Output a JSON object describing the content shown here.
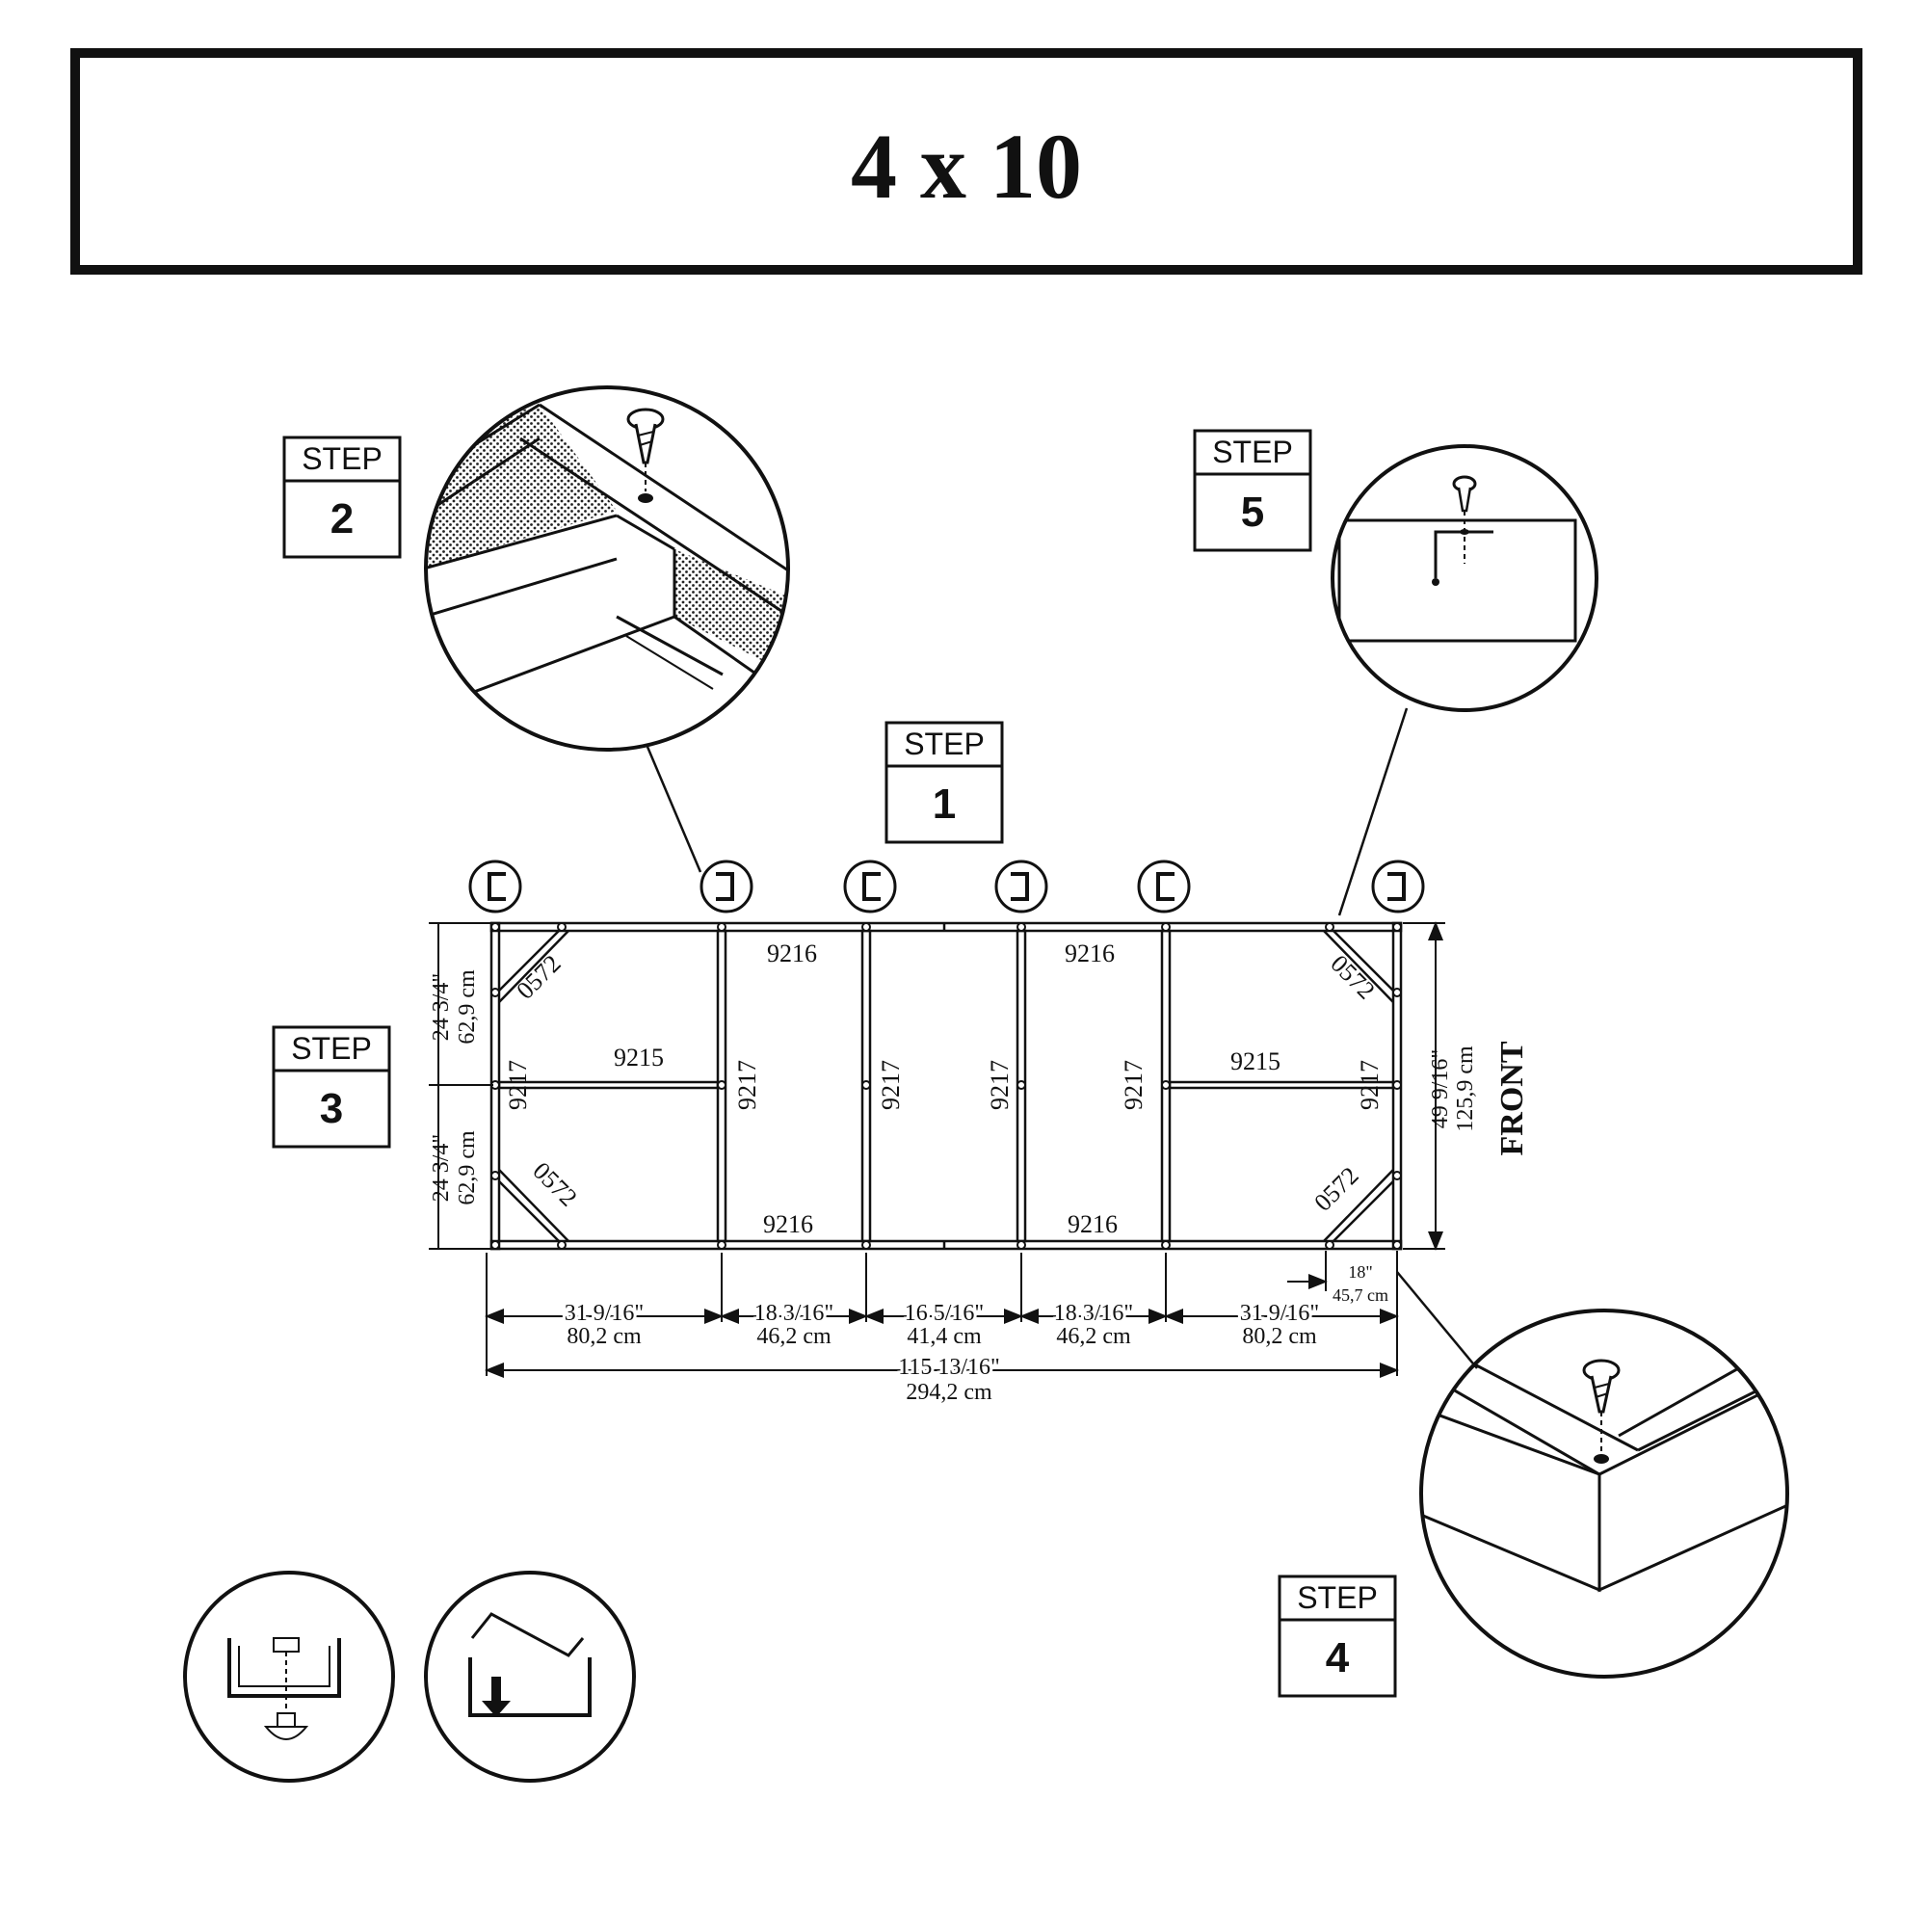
{
  "title": "4 x 10",
  "steps": [
    {
      "label": "STEP",
      "number": "1"
    },
    {
      "label": "STEP",
      "number": "2"
    },
    {
      "label": "STEP",
      "number": "3"
    },
    {
      "label": "STEP",
      "number": "4"
    },
    {
      "label": "STEP",
      "number": "5"
    }
  ],
  "parts": {
    "side_rail_top_left": "9216",
    "side_rail_top_right": "9216",
    "side_rail_bottom_left": "9216",
    "side_rail_bottom_right": "9216",
    "end_rails": [
      "9217",
      "9217",
      "9217",
      "9217",
      "9217",
      "9217"
    ],
    "cross_left": "9215",
    "cross_right": "9215",
    "gussets": [
      "0572",
      "0572",
      "0572",
      "0572"
    ]
  },
  "dimensions": {
    "left_upper_in": "24 3/4\"",
    "left_upper_cm": "62,9 cm",
    "left_lower_in": "24 3/4\"",
    "left_lower_cm": "62,9 cm",
    "right_in": "49 9/16\"",
    "right_cm": "125,9 cm",
    "corner_in": "18\"",
    "corner_cm": "45,7 cm",
    "bays": [
      {
        "in": "31 9/16\"",
        "cm": "80,2 cm"
      },
      {
        "in": "18 3/16\"",
        "cm": "46,2 cm"
      },
      {
        "in": "16 5/16\"",
        "cm": "41,4 cm"
      },
      {
        "in": "18 3/16\"",
        "cm": "46,2 cm"
      },
      {
        "in": "31 9/16\"",
        "cm": "80,2 cm"
      }
    ],
    "total_in": "115 13/16\"",
    "total_cm": "294,2 cm"
  },
  "front_label": "FRONT"
}
